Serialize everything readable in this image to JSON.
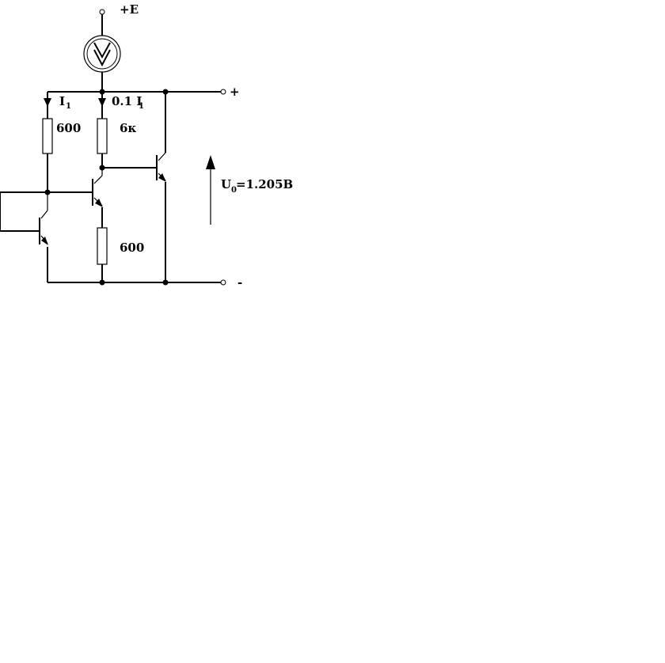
{
  "supply": {
    "label": "+E"
  },
  "outputs": {
    "plus": "+",
    "minus": "-"
  },
  "currents": {
    "i1": {
      "main": "I",
      "sub": "1"
    },
    "i2": {
      "prefix": "0.1 I",
      "sub": "1"
    }
  },
  "resistors": {
    "r1": "600",
    "r2": "6к",
    "r3": "600"
  },
  "voltage": {
    "main": "U",
    "sub": "0",
    "value": "=1.205В"
  },
  "icons": [
    "current-source-icon",
    "npn-transistor-icon",
    "resistor-icon",
    "arrow-icon",
    "terminal-icon"
  ]
}
